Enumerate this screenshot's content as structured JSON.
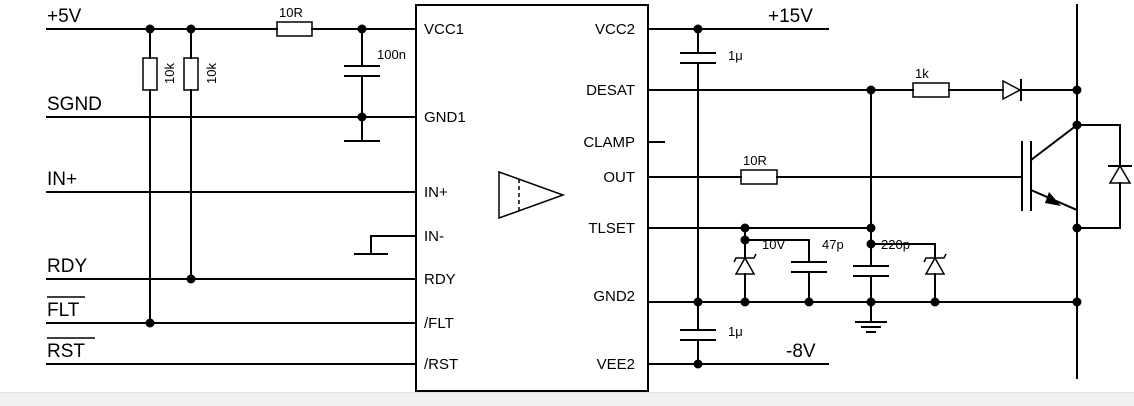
{
  "nets": {
    "plus5v": "+5V",
    "sgnd": "SGND",
    "in_plus": "IN+",
    "rdy": "RDY",
    "flt": "FLT",
    "rst": "RST",
    "plus15v": "+15V",
    "minus8v": "-8V"
  },
  "pins_left": {
    "vcc1": "VCC1",
    "gnd1": "GND1",
    "in_plus": "IN+",
    "in_minus": "IN-",
    "rdy": "RDY",
    "flt": "/FLT",
    "rst": "/RST"
  },
  "pins_right": {
    "vcc2": "VCC2",
    "desat": "DESAT",
    "clamp": "CLAMP",
    "out": "OUT",
    "tlset": "TLSET",
    "gnd2": "GND2",
    "vee2": "VEE2"
  },
  "components": {
    "r_vcc1": "10R",
    "r_pullup_1": "10k",
    "r_pullup_2": "10k",
    "c_vcc1": "100n",
    "c_vcc2": "1μ",
    "c_vee2": "1μ",
    "r_desat": "1k",
    "r_gate": "10R",
    "z_tlset": "10V",
    "c_tlset": "47p",
    "c_desat": "220p"
  }
}
